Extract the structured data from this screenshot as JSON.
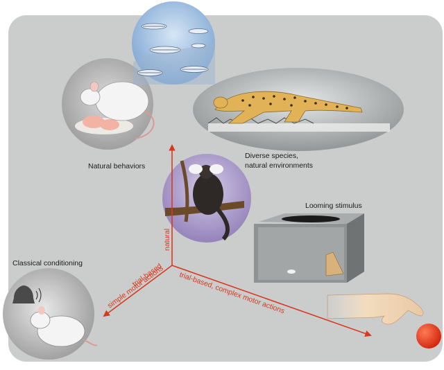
{
  "labels": {
    "natural_behaviors": "Natural behaviors",
    "diverse_species_line1": "Diverse species,",
    "diverse_species_line2": "natural environments",
    "looming_stimulus": "Looming stimulus",
    "classical_conditioning": "Classical conditioning"
  },
  "axes": {
    "natural": "natural",
    "trial_simple_line1": "trial-based",
    "trial_simple_line2": "simple motor actions",
    "trial_complex": "trial-based, complex motor actions"
  },
  "colors": {
    "panel_bg": "#cbcdcd",
    "axis_red": "#d8381e",
    "ball_red": "#e53a1a",
    "cheetah": "#e2b356",
    "fish_sky": "#a9c6e6",
    "marmoset_bg": "#b9a9d3"
  },
  "icons": [
    "mouse-icon",
    "zebrafish-icon",
    "cheetah-icon",
    "marmoset-icon",
    "bell-icon",
    "looming-box-icon",
    "hand-icon",
    "ball-icon"
  ]
}
